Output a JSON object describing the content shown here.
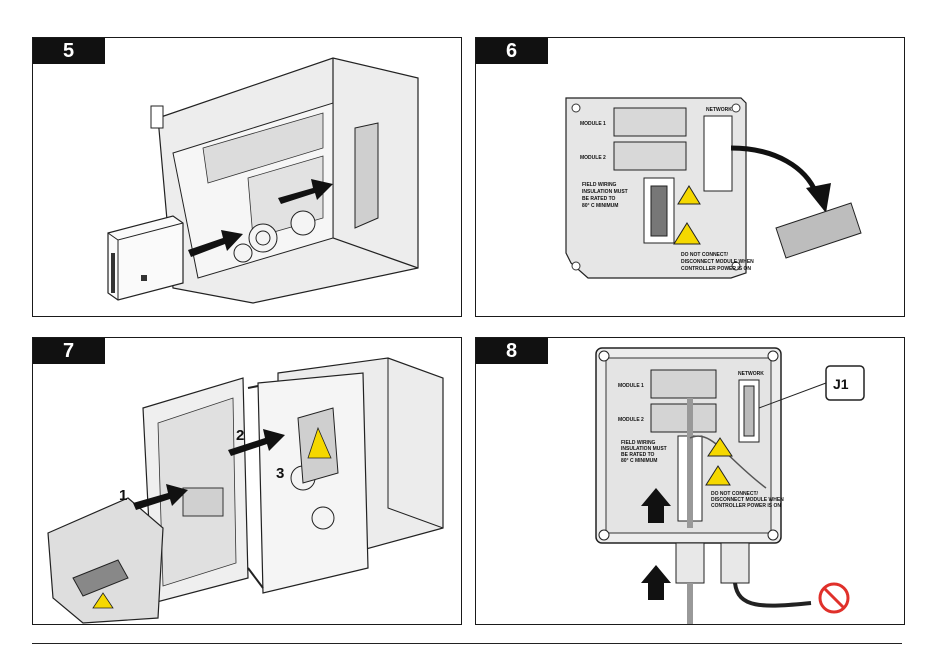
{
  "steps": [
    {
      "number": "5"
    },
    {
      "number": "6",
      "labels": {
        "module1": "MODULE 1",
        "module2": "MODULE 2",
        "network": "NETWORK",
        "field_wiring": [
          "FIELD WIRING",
          "INSULATION MUST",
          "BE RATED TO",
          "80° C MINIMUM"
        ],
        "warning": [
          "DO NOT CONNECT/",
          "DISCONNECT MODULE WHEN",
          "CONTROLLER POWER IS ON"
        ]
      }
    },
    {
      "number": "7",
      "callouts": [
        "1",
        "2",
        "3"
      ]
    },
    {
      "number": "8",
      "labels": {
        "module1": "MODULE 1",
        "module2": "MODULE 2",
        "network": "NETWORK",
        "field_wiring": [
          "FIELD WIRING",
          "INSULATION MUST",
          "BE RATED TO",
          "80° C MINIMUM"
        ],
        "warning": [
          "DO NOT CONNECT/",
          "DISCONNECT MODULE WHEN",
          "CONTROLLER POWER IS ON"
        ],
        "connector": "J1"
      }
    }
  ],
  "colors": {
    "frame": "#1a1a1a",
    "arrow": "#111111",
    "device_gray": "#e6e6e6",
    "warning_yellow": "#f5d800",
    "no_power_red": "#e0302a"
  }
}
